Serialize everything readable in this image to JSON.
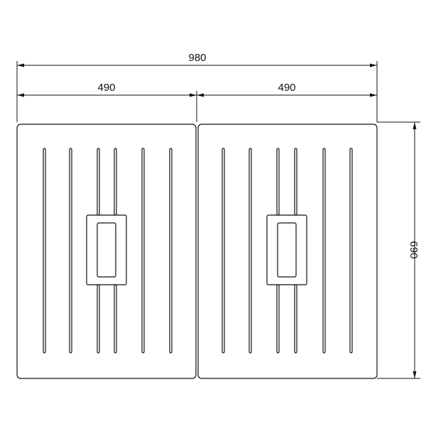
{
  "dimensions": {
    "total_width": "980",
    "left_panel_width": "490",
    "right_panel_width": "490",
    "height": "690"
  },
  "colors": {
    "line": "#111111",
    "background": "#ffffff"
  }
}
